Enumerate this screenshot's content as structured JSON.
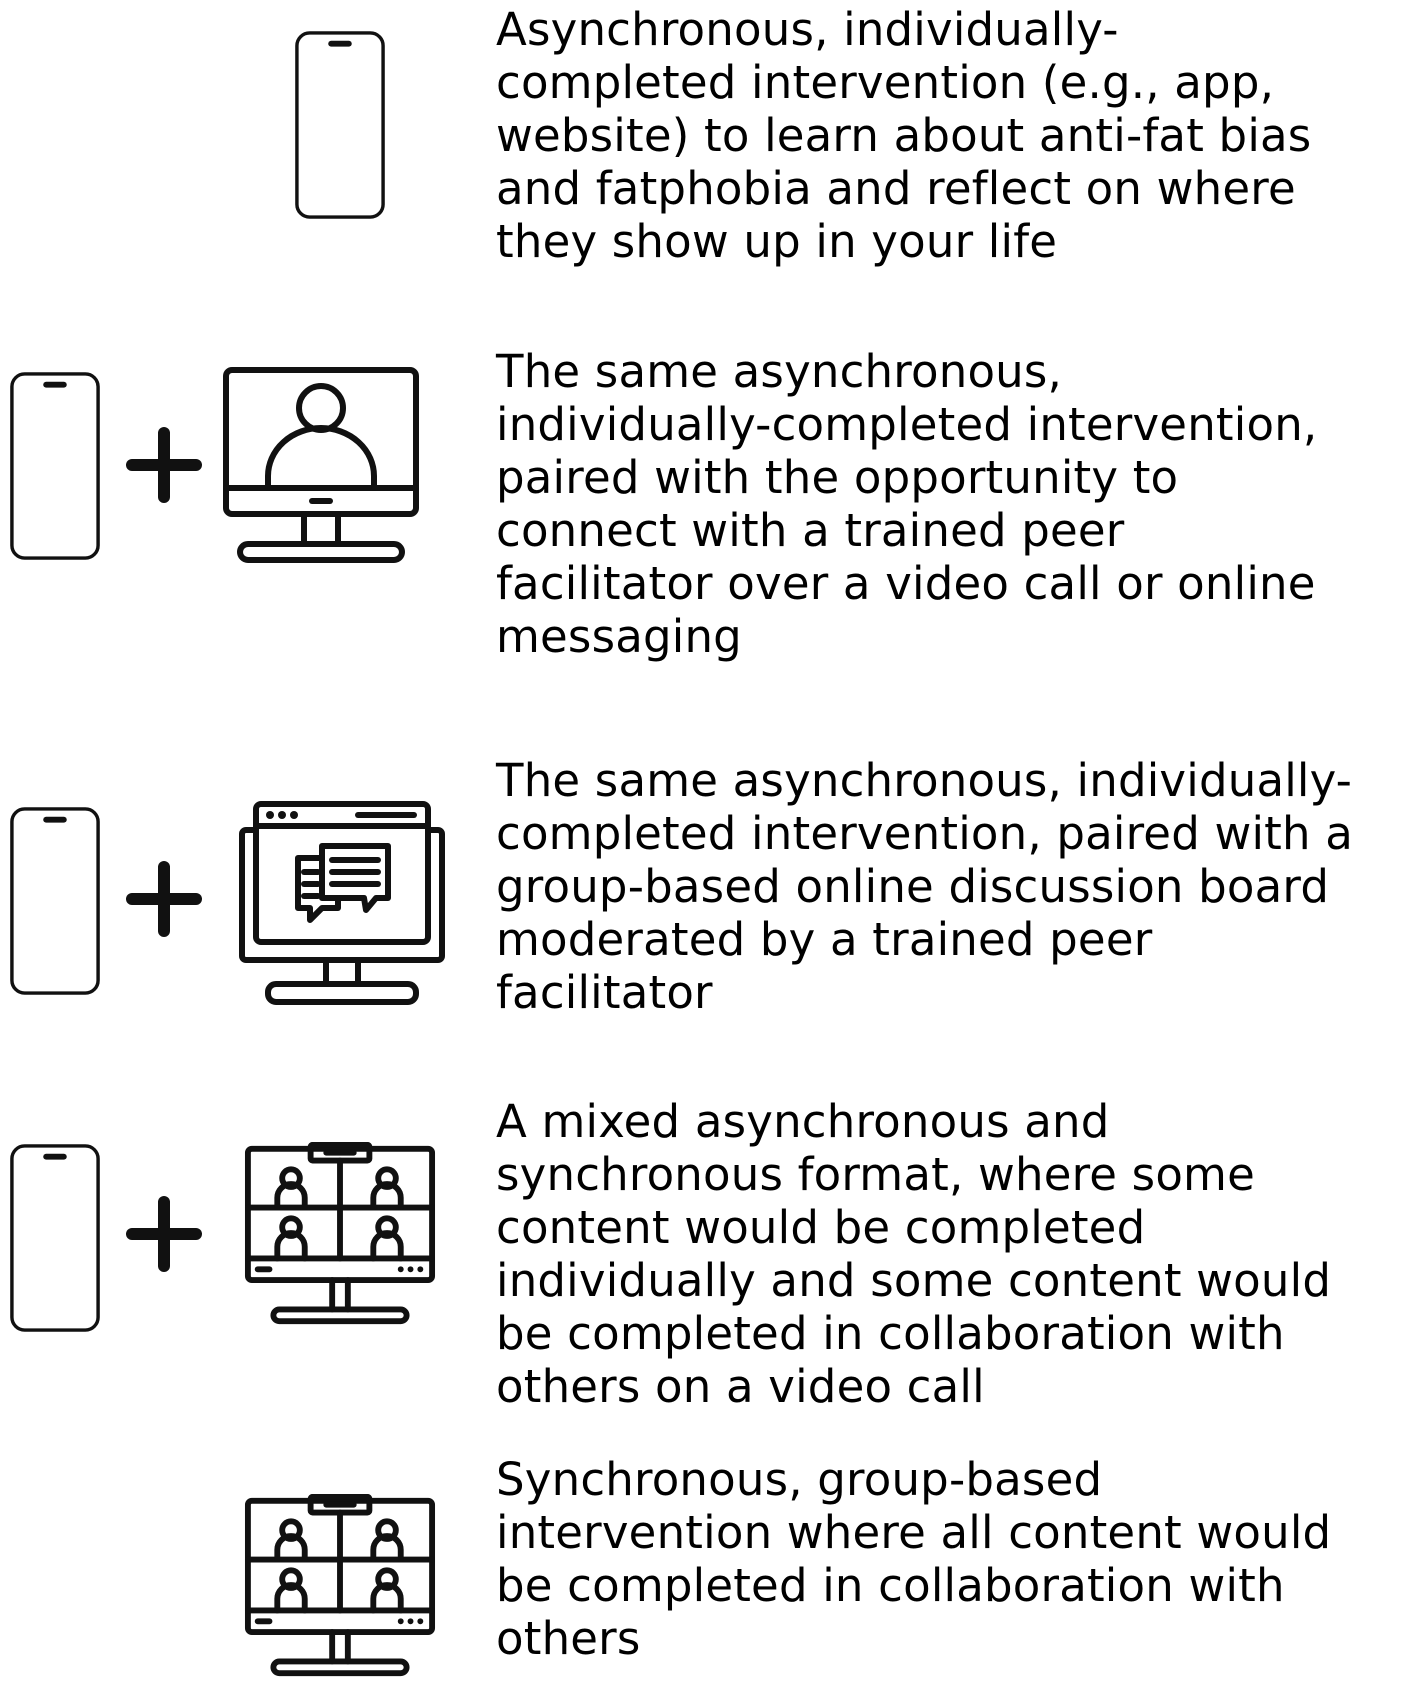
{
  "options": [
    {
      "description": "Asynchronous, individually-\ncompleted intervention (e.g., app,\nwebsite) to learn about anti-fat bias\nand fatphobia and reflect on where\nthey show up in your life",
      "icons": [
        "smartphone-icon"
      ]
    },
    {
      "description": "The same asynchronous,\nindividually-completed intervention,\npaired with the opportunity to\nconnect with a trained peer\nfacilitator over a video call or online\nmessaging",
      "icons": [
        "smartphone-icon",
        "plus-icon",
        "video-call-monitor-icon"
      ]
    },
    {
      "description": "The same asynchronous, individually-\ncompleted intervention, paired with a\ngroup-based online discussion board\nmoderated by a trained peer\nfacilitator",
      "icons": [
        "smartphone-icon",
        "plus-icon",
        "discussion-board-monitor-icon"
      ]
    },
    {
      "description": "A mixed asynchronous and\nsynchronous format, where some\ncontent would be completed\nindividually and some content would\nbe completed in collaboration with\nothers on a video call",
      "icons": [
        "smartphone-icon",
        "plus-icon",
        "group-video-call-monitor-icon"
      ]
    },
    {
      "description": "Synchronous, group-based\nintervention where all content would\nbe completed in collaboration with\nothers",
      "icons": [
        "group-video-call-monitor-icon"
      ]
    }
  ],
  "colors": {
    "ink": "#111111",
    "background": "#ffffff"
  }
}
